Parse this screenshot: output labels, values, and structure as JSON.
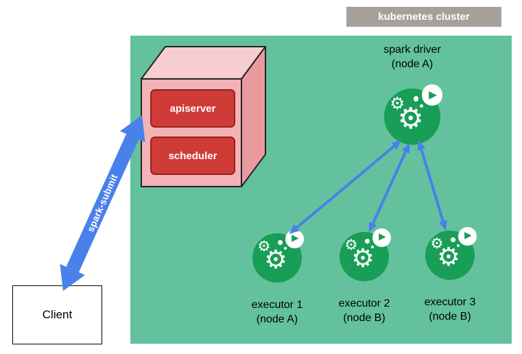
{
  "cluster": {
    "label": "kubernetes cluster"
  },
  "control_plane": {
    "apiserver_label": "apiserver",
    "scheduler_label": "scheduler"
  },
  "client": {
    "label": "Client"
  },
  "spark_submit": {
    "label": "spark-submit"
  },
  "driver": {
    "title": "spark driver",
    "node": "(node A)"
  },
  "executors": [
    {
      "title": "executor 1",
      "node": "(node A)"
    },
    {
      "title": "executor 2",
      "node": "(node B)"
    },
    {
      "title": "executor 3",
      "node": "(node B)"
    }
  ],
  "icons": {
    "gear": "⚙",
    "play": "▶"
  },
  "colors": {
    "cluster_background": "#63c29d",
    "pod_green": "#189e56",
    "arrow_blue": "#4a80ea",
    "control_box_red": "#cf3c38",
    "cube_pink": "#f2b2b6",
    "cluster_label_gray": "#a6a09b"
  }
}
